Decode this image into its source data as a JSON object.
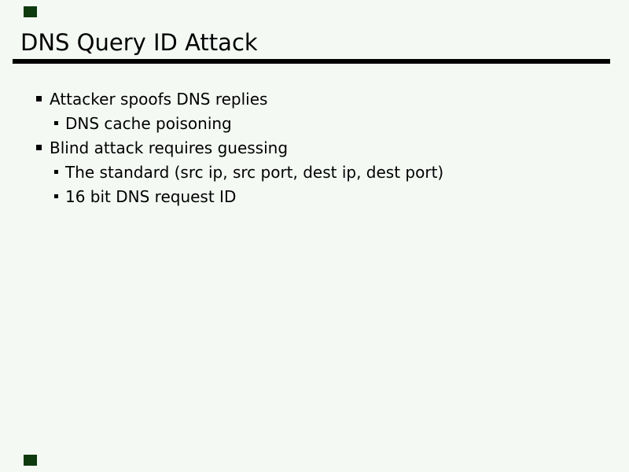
{
  "slide": {
    "title": "DNS Query ID Attack",
    "bullets": [
      {
        "level": 1,
        "text": "Attacker spoofs DNS replies"
      },
      {
        "level": 2,
        "text": "DNS cache poisoning"
      },
      {
        "level": 1,
        "text": "Blind attack requires guessing"
      },
      {
        "level": 2,
        "text": "The standard (src ip, src port, dest ip, dest port)"
      },
      {
        "level": 2,
        "text": "16 bit DNS request ID"
      }
    ]
  },
  "icons": {
    "nav_top": "green-square-marker",
    "nav_bottom": "green-square-marker",
    "bullet_level1": "black-square-bullet",
    "bullet_level2": "black-square-bullet-small"
  },
  "colors": {
    "background": "#f4f9f4",
    "text": "#000000",
    "title_rule": "#000000",
    "nav_square": "#0e3a0e"
  }
}
